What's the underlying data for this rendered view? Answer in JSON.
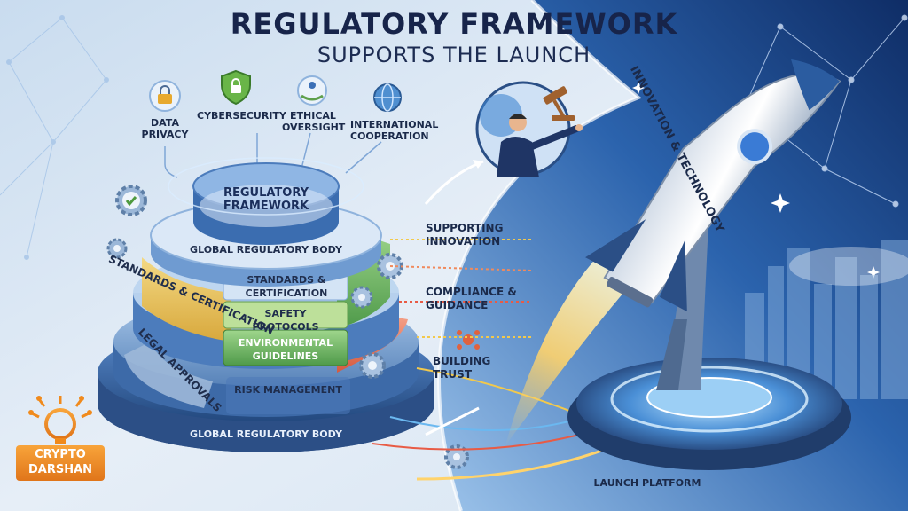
{
  "header": {
    "title": "REGULATORY FRAMEWORK",
    "subtitle": "SUPPORTS THE LAUNCH"
  },
  "top_icons": [
    {
      "icon": "padlock-icon",
      "label": "DATA PRIVACY"
    },
    {
      "icon": "shield-lock-icon",
      "label": "CYBERSECURITY"
    },
    {
      "icon": "hands-person-icon",
      "label": "ETHICAL OVERSIGHT"
    },
    {
      "icon": "globe-icon",
      "label": "INTERNATIONAL COOPERATION"
    }
  ],
  "stack": {
    "top": "REGULATORY FRAMEWORK",
    "ring_upper": "GLOBAL REGULATORY BODY",
    "standards_side": "STANDARDS & CERTIFICATION",
    "standards_center": "STANDARDS & CERTIFICATION",
    "safety": "SAFETY PROTOCOLS",
    "environmental": "ENVIRONMENTAL GUIDELINES",
    "legal": "LEGAL APPROVALS",
    "risk": "RISK MANAGEMENT",
    "ring_lower": "GLOBAL REGULATORY BODY"
  },
  "flows": [
    {
      "label": "SUPPORTING INNOVATION"
    },
    {
      "label": "COMPLIANCE & GUIDANCE"
    },
    {
      "label": "BUILDING TRUST"
    }
  ],
  "rocket": {
    "label": "INNOVATION & TECHNOLOGY"
  },
  "platform": {
    "label": "LAUNCH PLATFORM"
  },
  "logo": {
    "line1": "CRYPTO",
    "line2": "DARSHAN",
    "icon": "lightbulb-circuit-icon"
  },
  "colors": {
    "navy": "#17244a",
    "accent_blue": "#3a7bd5",
    "standards_yellow": "#e8c25a",
    "safety_green": "#5fb05c",
    "risk_red": "#e06a4f",
    "logo_orange": "#f08a1c"
  }
}
